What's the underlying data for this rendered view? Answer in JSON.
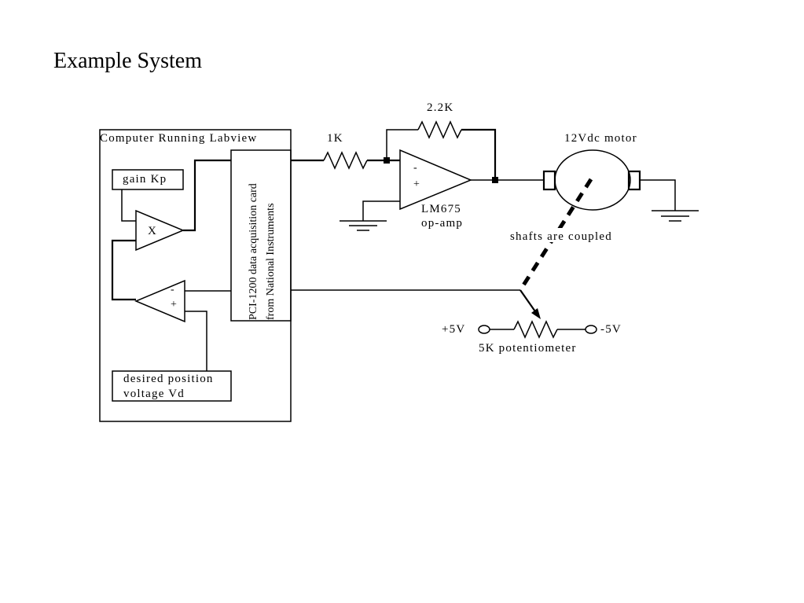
{
  "title": "Example System",
  "diagram": {
    "computer_label": "Computer Running Labview",
    "gain_label": "gain Kp",
    "multiplier_symbol": "X",
    "summer_minus": "-",
    "summer_plus": "+",
    "desired_line1": "desired position",
    "desired_line2": "voltage Vd",
    "daq_line1": "PCI-1200 data acquisition card",
    "daq_line2": "from National Instruments",
    "input_resistor": "1K",
    "feedback_resistor": "2.2K",
    "opamp_minus": "-",
    "opamp_plus": "+",
    "opamp_name": "LM675",
    "opamp_type": "op-amp",
    "motor_label": "12Vdc motor",
    "shaft_note": "shafts are coupled",
    "pot_plus": "+5V",
    "pot_minus": "-5V",
    "pot_label": "5K potentiometer"
  }
}
